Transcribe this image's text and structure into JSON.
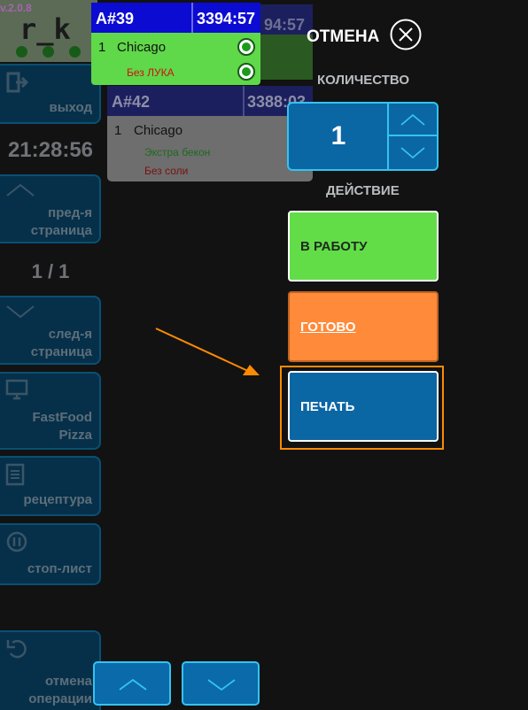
{
  "app": {
    "logo": "r_k",
    "version": "v.2.0.8"
  },
  "sidebar": {
    "exit_label": "выход",
    "clock": "21:28:56",
    "prev_page": [
      "пред-я",
      "страница"
    ],
    "page_indicator": "1 / 1",
    "next_page": [
      "след-я",
      "страница"
    ],
    "station": [
      "FastFood",
      "Pizza"
    ],
    "recipe_label": "рецептура",
    "stop_list_label": "стоп-лист",
    "undo": [
      "отмена",
      "операции"
    ]
  },
  "orders": [
    {
      "number": "A#39",
      "timer": "3394:57",
      "items": [
        {
          "qty": "1",
          "name": "Chicago",
          "modifiers": [
            "Без ЛУКА"
          ]
        }
      ]
    },
    {
      "number": "A#42",
      "timer": "3388:03",
      "items": [
        {
          "qty": "1",
          "name": "Chicago",
          "modifiers": [
            "Экстра бекон",
            "Без соли"
          ]
        }
      ]
    }
  ],
  "panel": {
    "cancel_label": "ОТМЕНА",
    "quantity_label": "КОЛИЧЕСТВО",
    "quantity_value": "1",
    "action_label": "ДЕЙСТВИЕ",
    "actions": {
      "to_work": "В РАБОТУ",
      "done": "ГОТОВО",
      "print": "ПЕЧАТЬ"
    }
  },
  "colors": {
    "background": "#121212",
    "card_header": "#0b0bd2",
    "card_green": "#5fd84a",
    "action_green": "#62dd48",
    "action_orange": "#fe8a3a",
    "action_blue": "#0b66a4",
    "highlight": "#ff8a00",
    "accent_border": "#35c3f0"
  }
}
